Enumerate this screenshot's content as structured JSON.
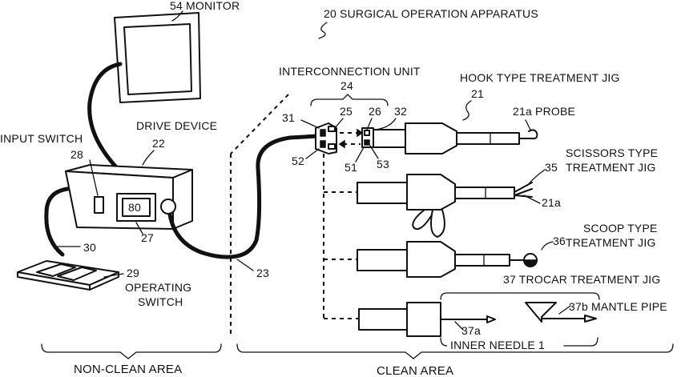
{
  "labels": {
    "monitor": "54 MONITOR",
    "apparatus": "20 SURGICAL OPERATION APPARATUS",
    "interconnection_unit": "INTERCONNECTION UNIT",
    "ref_24": "24",
    "hook_jig": "HOOK TYPE TREATMENT JIG",
    "ref_21": "21",
    "ref_31": "31",
    "ref_25": "25",
    "ref_26": "26",
    "ref_32": "32",
    "probe": "21a PROBE",
    "ref_52": "52",
    "ref_51": "51",
    "ref_53": "53",
    "scissors_jig_1": "SCISSORS TYPE",
    "scissors_jig_2": "TREATMENT JIG",
    "ref_35": "35",
    "ref_21a": "21a",
    "input_switch": "INPUT SWITCH",
    "drive_device": "DRIVE DEVICE",
    "ref_22": "22",
    "ref_28": "28",
    "display_value": "80",
    "ref_27": "27",
    "ref_30": "30",
    "ref_29": "29",
    "operating_switch_1": "OPERATING",
    "operating_switch_2": "SWITCH",
    "ref_23": "23",
    "scoop_jig_1": "SCOOP TYPE",
    "scoop_jig_2": "TREATMENT JIG",
    "ref_36": "36",
    "trocar_jig": "37 TROCAR TREATMENT JIG",
    "mantle_pipe": "37b MANTLE PIPE",
    "ref_37a": "37a",
    "inner_needle": "INNER NEEDLE 1",
    "non_clean_area": "NON-CLEAN AREA",
    "clean_area": "CLEAN AREA"
  }
}
